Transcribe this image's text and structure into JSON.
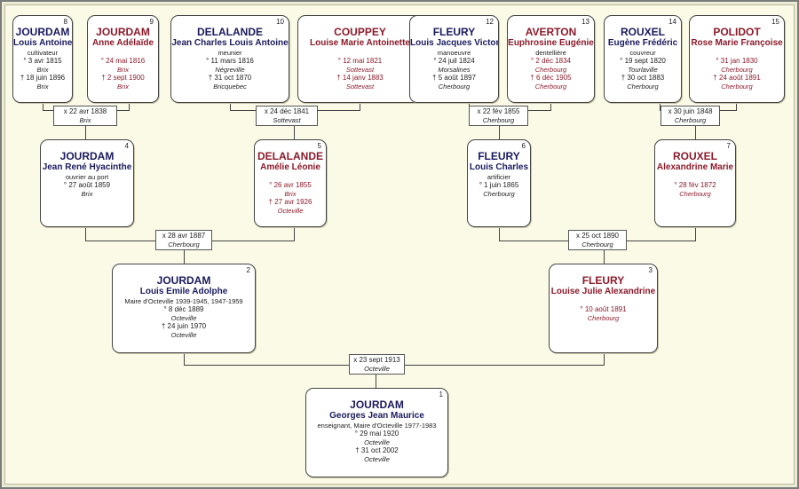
{
  "colors": {
    "male": "#1a1a5e",
    "female": "#8b1a2a",
    "background": "#fafae6",
    "line": "#444444"
  },
  "persons": [
    {
      "id": "1",
      "sex": "male",
      "surname": "JOURDAM",
      "given": "Georges Jean Maurice",
      "occupation": "enseignant, Maire d'Octeville 1977-1983",
      "birth": "° 29 mai 1920",
      "birth_place": "Octeville",
      "death": "† 31 oct 2002",
      "death_place": "Octeville"
    },
    {
      "id": "2",
      "sex": "male",
      "surname": "JOURDAM",
      "given": "Louis Emile Adolphe",
      "occupation": "Maire d'Octeville 1939-1945, 1947-1959",
      "birth": "° 8 déc 1889",
      "birth_place": "Octeville",
      "death": "† 24 juin 1970",
      "death_place": "Octeville"
    },
    {
      "id": "3",
      "sex": "female",
      "surname": "FLEURY",
      "given": "Louise Julie Alexandrine",
      "occupation": "",
      "birth": "° 10 août 1891",
      "birth_place": "Cherbourg",
      "death": "",
      "death_place": ""
    },
    {
      "id": "4",
      "sex": "male",
      "surname": "JOURDAM",
      "given": "Jean René Hyacinthe",
      "occupation": "ouvrier au port",
      "birth": "° 27 août 1859",
      "birth_place": "Brix",
      "death": "",
      "death_place": ""
    },
    {
      "id": "5",
      "sex": "female",
      "surname": "DELALANDE",
      "given": "Amélie Léonie",
      "occupation": "",
      "birth": "° 26 avr 1855",
      "birth_place": "Brix",
      "death": "† 27 avr 1926",
      "death_place": "Octeville"
    },
    {
      "id": "6",
      "sex": "male",
      "surname": "FLEURY",
      "given": "Louis Charles",
      "occupation": "artificier",
      "birth": "° 1 juin 1865",
      "birth_place": "Cherbourg",
      "death": "",
      "death_place": ""
    },
    {
      "id": "7",
      "sex": "female",
      "surname": "ROUXEL",
      "given": "Alexandrine Marie",
      "occupation": "",
      "birth": "° 28 fév 1872",
      "birth_place": "Cherbourg",
      "death": "",
      "death_place": ""
    },
    {
      "id": "8",
      "sex": "male",
      "surname": "JOURDAM",
      "given": "Louis Antoine",
      "occupation": "cultivateur",
      "birth": "° 3 avr 1815",
      "birth_place": "Brix",
      "death": "† 18 juin 1896",
      "death_place": "Brix"
    },
    {
      "id": "9",
      "sex": "female",
      "surname": "JOURDAM",
      "given": "Anne Adélaïde",
      "occupation": "",
      "birth": "° 24 mai 1816",
      "birth_place": "Brix",
      "death": "† 2 sept 1900",
      "death_place": "Brix"
    },
    {
      "id": "10",
      "sex": "male",
      "surname": "DELALANDE",
      "given": "Jean Charles Louis Antoine",
      "occupation": "meunier",
      "birth": "° 11 mars 1816",
      "birth_place": "Négreville",
      "death": "† 31 oct 1870",
      "death_place": "Bricquebec"
    },
    {
      "id": "11",
      "sex": "female",
      "surname": "COUPPEY",
      "given": "Louise Marie Antoinette",
      "occupation": "",
      "birth": "° 12 mai 1821",
      "birth_place": "Sottevast",
      "death": "† 14 janv 1883",
      "death_place": "Sottevast"
    },
    {
      "id": "12",
      "sex": "male",
      "surname": "FLEURY",
      "given": "Louis Jacques Victor",
      "occupation": "manoeuvre",
      "birth": "° 24 juil 1824",
      "birth_place": "Morsalines",
      "death": "† 5 août 1897",
      "death_place": "Cherbourg"
    },
    {
      "id": "13",
      "sex": "female",
      "surname": "AVERTON",
      "given": "Euphrosine Eugénie",
      "occupation": "dentellière",
      "birth": "° 2 déc 1834",
      "birth_place": "Cherbourg",
      "death": "† 6 déc 1905",
      "death_place": "Cherbourg"
    },
    {
      "id": "14",
      "sex": "male",
      "surname": "ROUXEL",
      "given": "Eugène Frédéric",
      "occupation": "couvreur",
      "birth": "° 19 sept 1820",
      "birth_place": "Tourlaville",
      "death": "† 30 oct 1883",
      "death_place": "Cherbourg"
    },
    {
      "id": "15",
      "sex": "female",
      "surname": "POLIDOT",
      "given": "Rose Marie Françoise",
      "occupation": "",
      "birth": "° 31 jan 1830",
      "birth_place": "Cherbourg",
      "death": "† 24 août 1891",
      "death_place": "Cherbourg"
    }
  ],
  "marriages": [
    {
      "id": "m8",
      "date": "x 22 avr 1838",
      "place": "Brix"
    },
    {
      "id": "m10",
      "date": "x 24 déc 1841",
      "place": "Sottevast"
    },
    {
      "id": "m12",
      "date": "x 22 fév 1855",
      "place": "Cherbourg"
    },
    {
      "id": "m14",
      "date": "x 30 juin 1848",
      "place": "Cherbourg"
    },
    {
      "id": "m4",
      "date": "x 28 avr 1887",
      "place": "Cherbourg"
    },
    {
      "id": "m6",
      "date": "x 25 oct 1890",
      "place": "Cherbourg"
    },
    {
      "id": "m2",
      "date": "x 23 sept 1913",
      "place": "Octeville"
    }
  ]
}
